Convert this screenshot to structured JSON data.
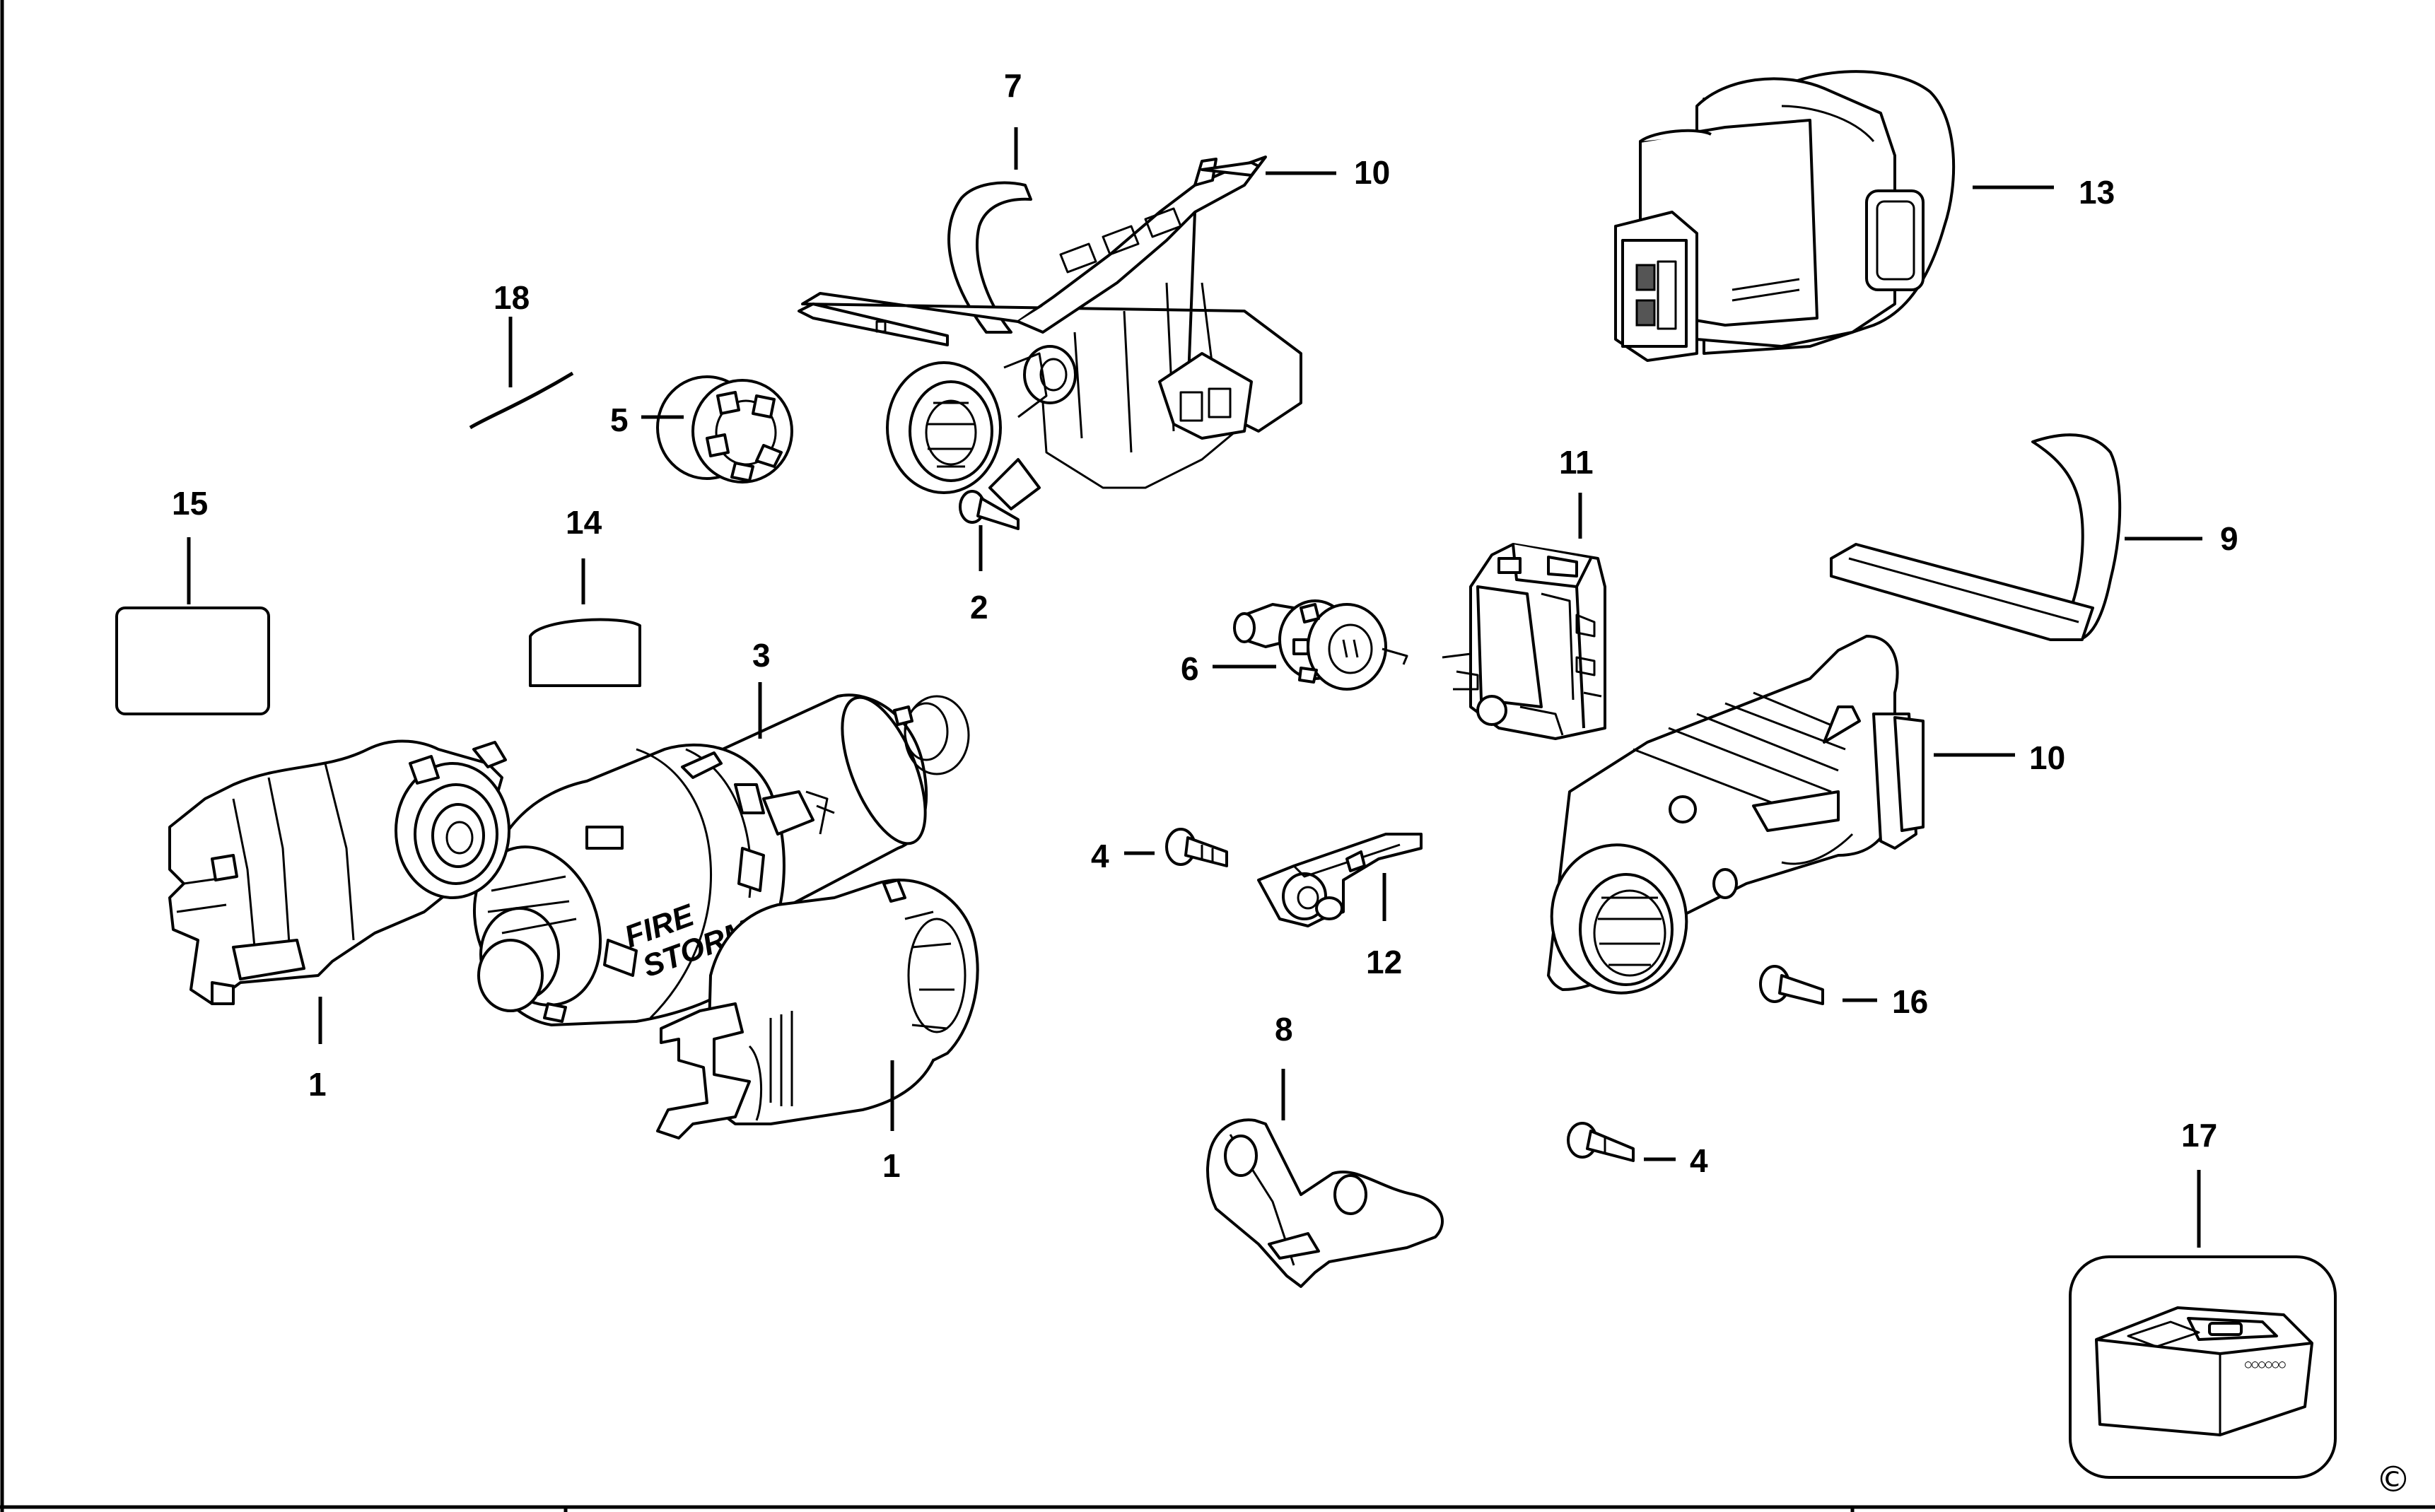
{
  "diagram": {
    "brand_mark": [
      "FIRE",
      "STORM"
    ],
    "copyright": "©",
    "callouts": [
      {
        "id": "c7",
        "label": "7"
      },
      {
        "id": "c10a",
        "label": "10"
      },
      {
        "id": "c13",
        "label": "13"
      },
      {
        "id": "c18",
        "label": "18"
      },
      {
        "id": "c5",
        "label": "5"
      },
      {
        "id": "c15",
        "label": "15"
      },
      {
        "id": "c14",
        "label": "14"
      },
      {
        "id": "c2",
        "label": "2"
      },
      {
        "id": "c11",
        "label": "11"
      },
      {
        "id": "c9",
        "label": "9"
      },
      {
        "id": "c3",
        "label": "3"
      },
      {
        "id": "c6",
        "label": "6"
      },
      {
        "id": "c10b",
        "label": "10"
      },
      {
        "id": "c4a",
        "label": "4"
      },
      {
        "id": "c12",
        "label": "12"
      },
      {
        "id": "c16",
        "label": "16"
      },
      {
        "id": "c8",
        "label": "8"
      },
      {
        "id": "c1a",
        "label": "1"
      },
      {
        "id": "c1b",
        "label": "1"
      },
      {
        "id": "c4b",
        "label": "4"
      },
      {
        "id": "c17",
        "label": "17"
      }
    ]
  }
}
